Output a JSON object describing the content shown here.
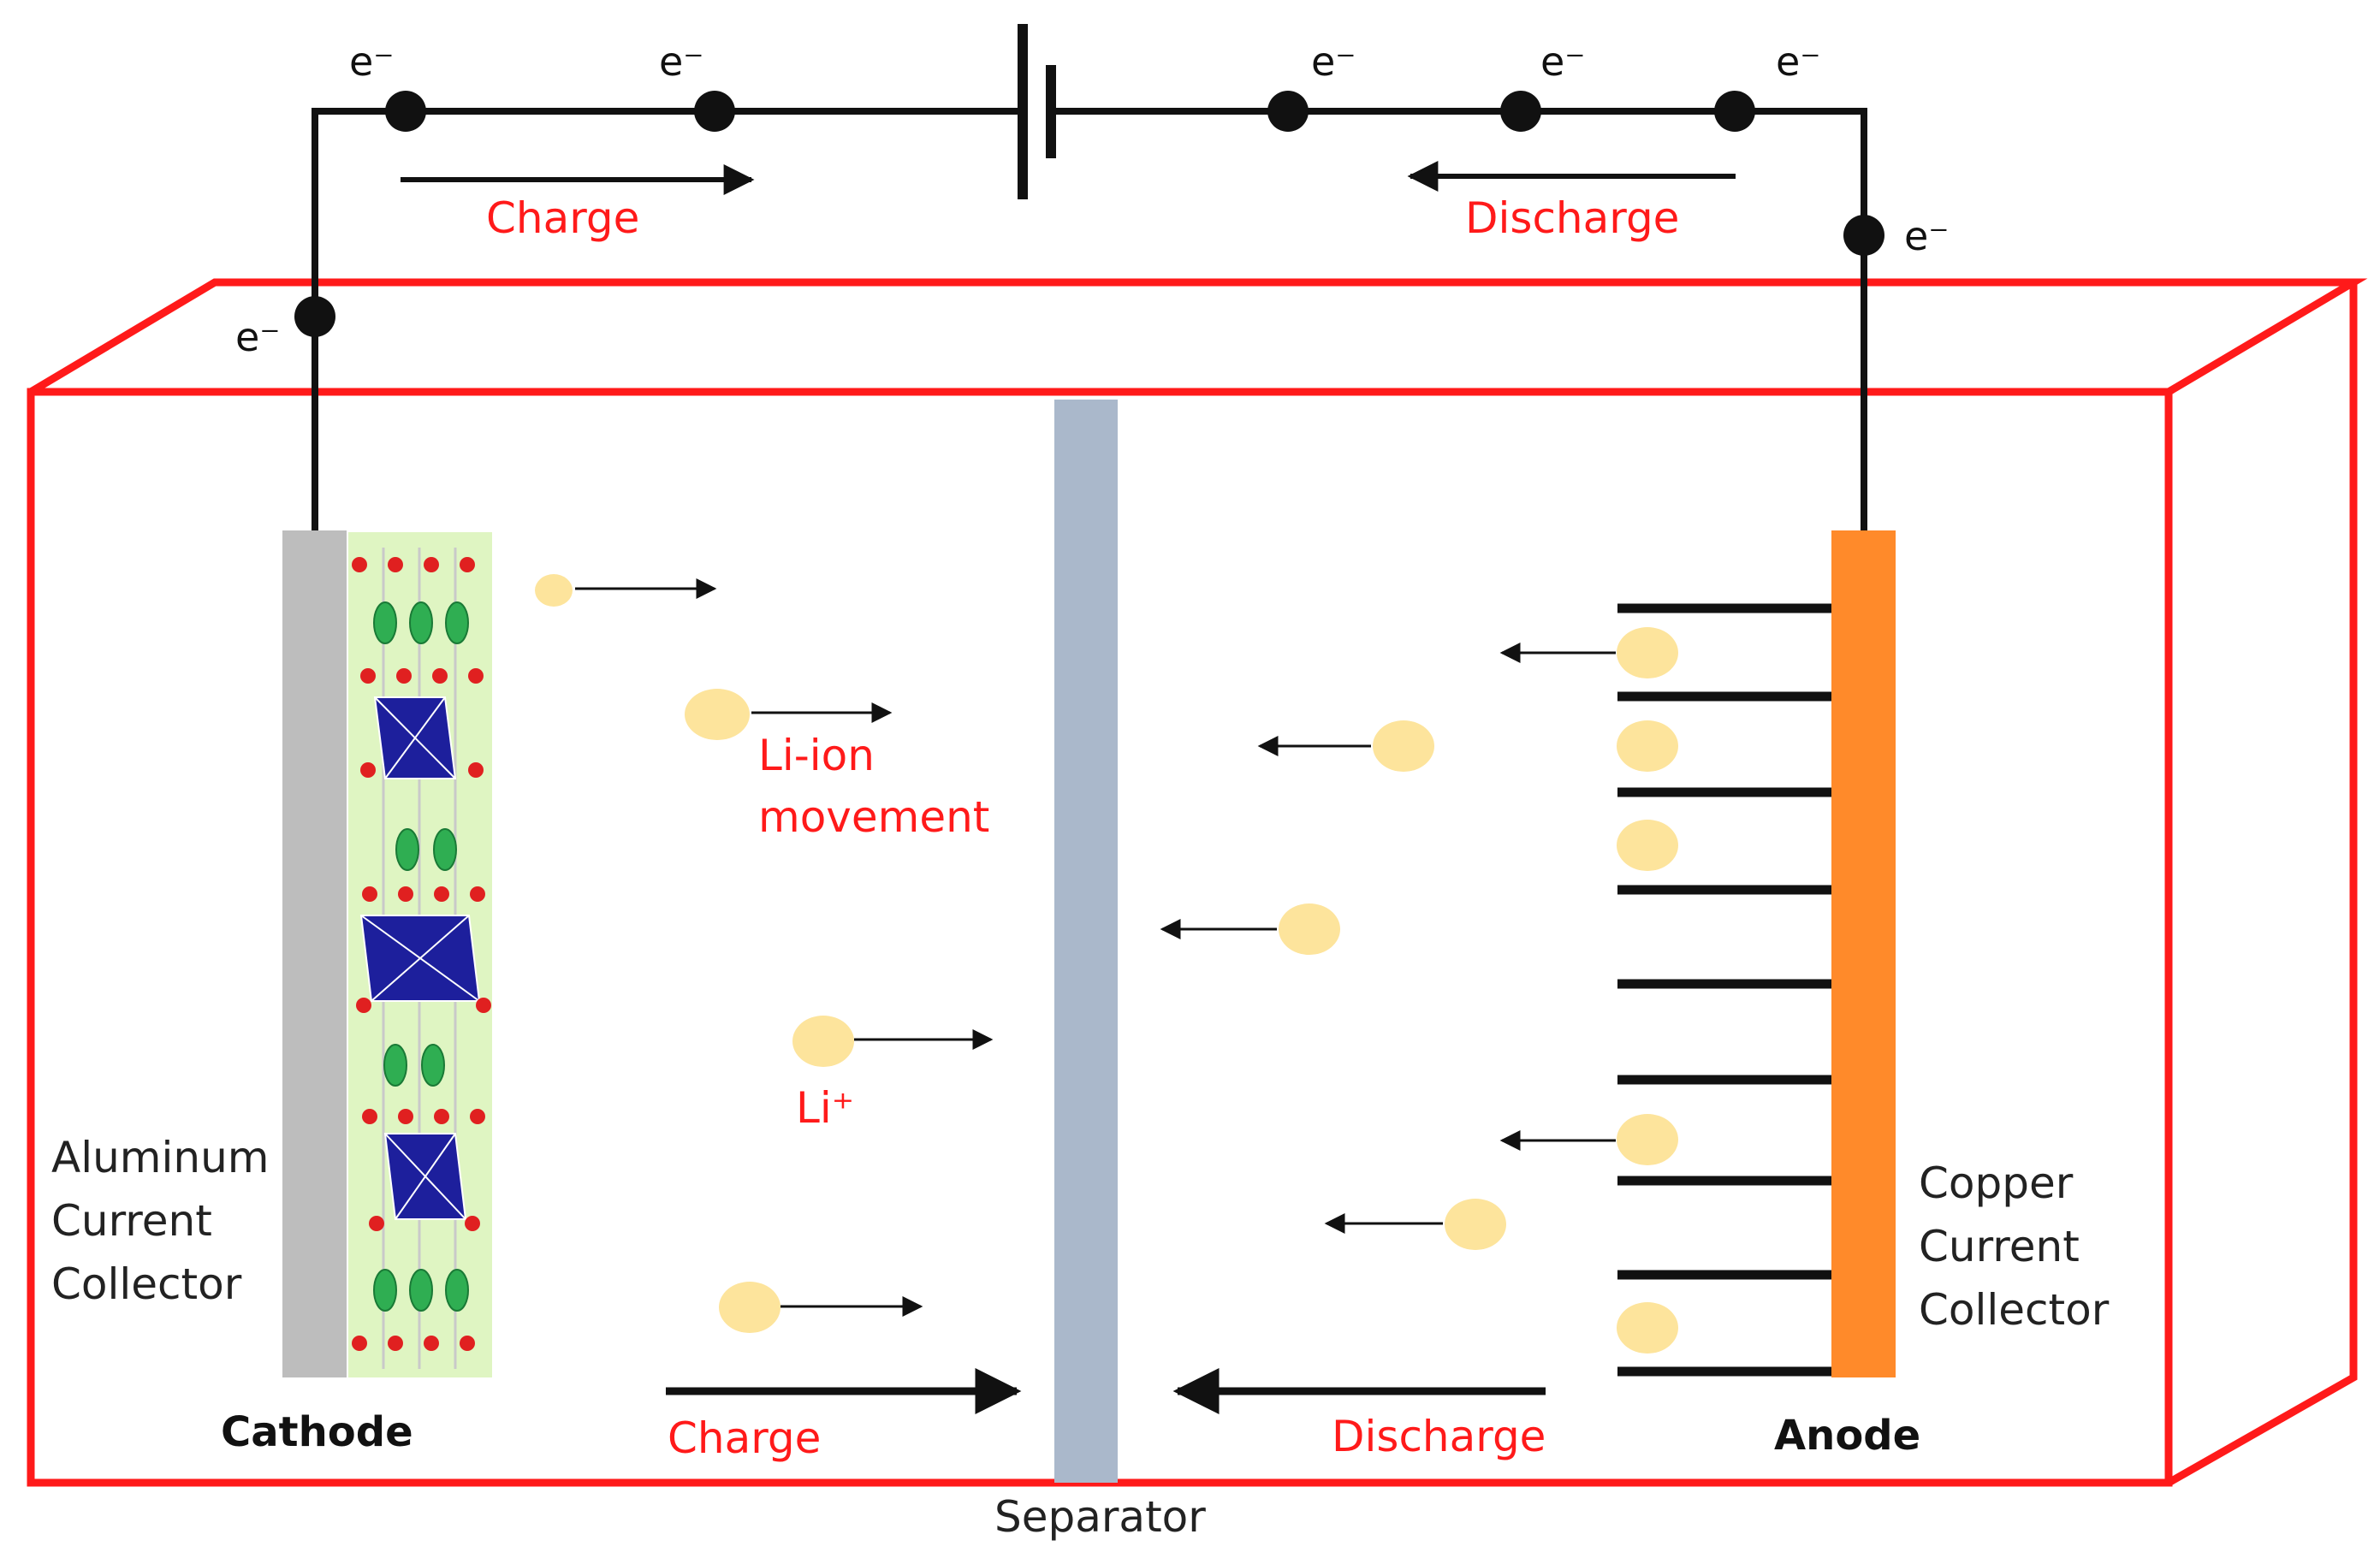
{
  "colors": {
    "box": "#ff1a1a",
    "wire": "#111111",
    "red_text": "#ff1a1a",
    "separator": "#aab8cb",
    "cathode_collector": "#bdbdbd",
    "anode_collector": "#ff8a2a",
    "lattice_bg": "#dff5c2",
    "li_ion": "#fde49c"
  },
  "electron_label": "e⁻",
  "circuit": {
    "charge_label": "Charge",
    "discharge_label": "Discharge"
  },
  "cell": {
    "charge_label": "Charge",
    "discharge_label": "Discharge",
    "separator_label": "Separator",
    "cathode_label": "Cathode",
    "anode_label": "Anode",
    "aluminum_collector_label": [
      "Aluminum",
      "Current",
      "Collector"
    ],
    "copper_collector_label": [
      "Copper",
      "Current",
      "Collector"
    ],
    "li_ion_movement_label": [
      "Li-ion",
      "movement"
    ],
    "li_plus_label": "Li⁺"
  },
  "icons": {
    "battery": "battery-symbol-icon",
    "lattice": "crystal-lattice-icon",
    "ion": "lithium-ion-icon"
  }
}
